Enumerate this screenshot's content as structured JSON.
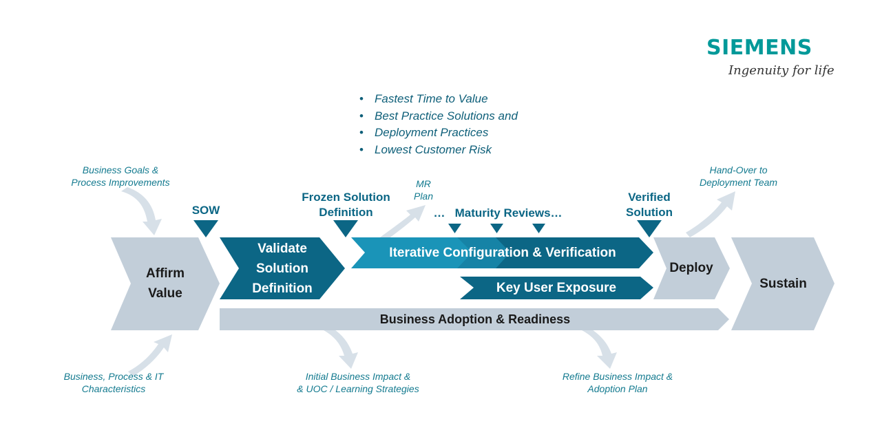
{
  "logo": {
    "brand": "SIEMENS",
    "tagline": "Ingenuity for life"
  },
  "benefits": [
    "Fastest Time to Value",
    "Best Practice Solutions and",
    "Deployment Practices",
    "Lowest Customer Risk"
  ],
  "notes": {
    "business_goals": [
      "Business Goals &",
      "Process Improvements"
    ],
    "business_process_it": [
      "Business, Process & IT",
      "Characteristics"
    ],
    "initial_impact": [
      "Initial Business Impact &",
      "& UOC / Learning  Strategies"
    ],
    "refine_impact": [
      "Refine Business Impact &",
      "Adoption Plan"
    ],
    "hand_over": [
      "Hand-Over to",
      "Deployment Team"
    ],
    "mr_plan": [
      "MR",
      "Plan"
    ]
  },
  "milestones": {
    "sow": "SOW",
    "frozen": [
      "Frozen Solution",
      "Definition"
    ],
    "maturity": "…   Maturity Reviews…",
    "verified": [
      "Verified",
      "Solution"
    ]
  },
  "phases": {
    "affirm": [
      "Affirm",
      "Value"
    ],
    "validate": [
      "Validate",
      "Solution",
      "Definition"
    ],
    "iterative": "Iterative Configuration & Verification",
    "key_user": "Key User Exposure",
    "deploy": "Deploy",
    "sustain": "Sustain",
    "adoption": "Business Adoption & Readiness"
  },
  "colors": {
    "dark_teal": "#0c6685",
    "mid_teal": "#1a94b8",
    "light_gray_blue": "#c2ced9",
    "brand": "#009999",
    "milestone_text": "#0b6685"
  }
}
